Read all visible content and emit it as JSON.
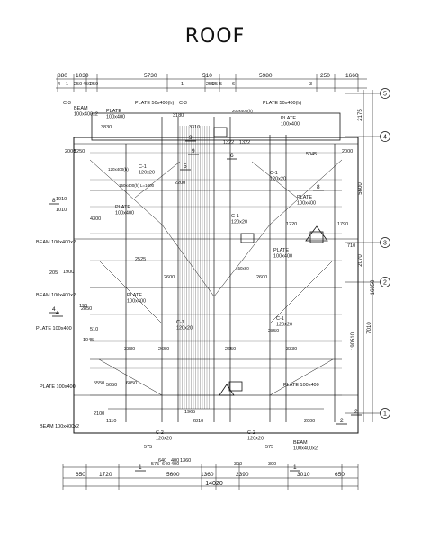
{
  "title": "ROOF",
  "top_dims_row1": [
    "880",
    "1030",
    "5730",
    "510",
    "5980",
    "250",
    "1660"
  ],
  "top_dims_row2": [
    "4",
    "1",
    "250",
    "450",
    "250",
    "1",
    "255",
    "25",
    "5",
    "6",
    "3"
  ],
  "bottom_dims_row1": [
    "650",
    "1720",
    "5600",
    "1360",
    "2390",
    "3010",
    "650"
  ],
  "bottom_dims_row2": [
    "575",
    "640",
    "400",
    "300",
    "300"
  ],
  "overall_width": "14020",
  "right_dims": [
    "2175",
    "5600",
    "2070",
    "16850",
    "7010",
    "510",
    "190"
  ],
  "axes": [
    "5",
    "4",
    "3",
    "2",
    "1"
  ],
  "dims_inner": [
    "3180",
    "3310",
    "3830",
    "5250",
    "5045",
    "2000",
    "2000",
    "4300",
    "1220",
    "1790",
    "1900",
    "3330",
    "2650",
    "2650",
    "3330",
    "5050",
    "1965",
    "2810",
    "2100",
    "1110",
    "2000",
    "2200",
    "1322",
    "1322",
    "2525",
    "2600",
    "2600",
    "2850",
    "2850",
    "1045",
    "5550",
    "6050",
    "1010",
    "1010",
    "710",
    "205",
    "190",
    "510",
    "575",
    "575",
    "640",
    "400",
    "1360"
  ],
  "labels": {
    "beam_top_left": "BEAM\n100x400x2",
    "plate_top_left": "PLATE\n100x400",
    "plate_top_mid": "PLATE 50x400(h)",
    "c3_top": "C-3",
    "c3_mid": "C-3",
    "plate_top_right": "PLATE 50x400(h)",
    "plate_right_a": "PLATE\n100x400",
    "beam_left_mid": "BEAM 100x400x2",
    "plate_left_a": "PLATE\n100x400",
    "plate_right_b": "PLATE\n100x400",
    "beam_left_b": "BEAM 100x400x2",
    "plate_left_b": "PLATE 100x400",
    "plate_left_c": "PLATE 100x400",
    "beam_left_c": "BEAM 100x400x2",
    "plate_right_c": "PLATE 100x400",
    "beam_bottom_right": "BEAM\n100x400x2",
    "c1_a": "C-1\n120x20",
    "c1_b": "C-1\n120x20",
    "c1_c": "C-1\n120x20",
    "c1_d": "C-1\n120x20",
    "c1_e": "C-1\n120x20",
    "c2_a": "C-2\n120x20",
    "c2_b": "C-2\n120x20",
    "plate_left_d": "PLATE\n100x400",
    "plate_right_d": "PLATE\n100x400"
  },
  "small_notes": [
    "120x400(h)",
    "150x400(h) L=1000",
    "200x400(h)",
    "150x60"
  ],
  "sections": [
    "9",
    "9",
    "5",
    "6",
    "8",
    "8",
    "4",
    "4",
    "2",
    "2",
    "1",
    "1"
  ]
}
